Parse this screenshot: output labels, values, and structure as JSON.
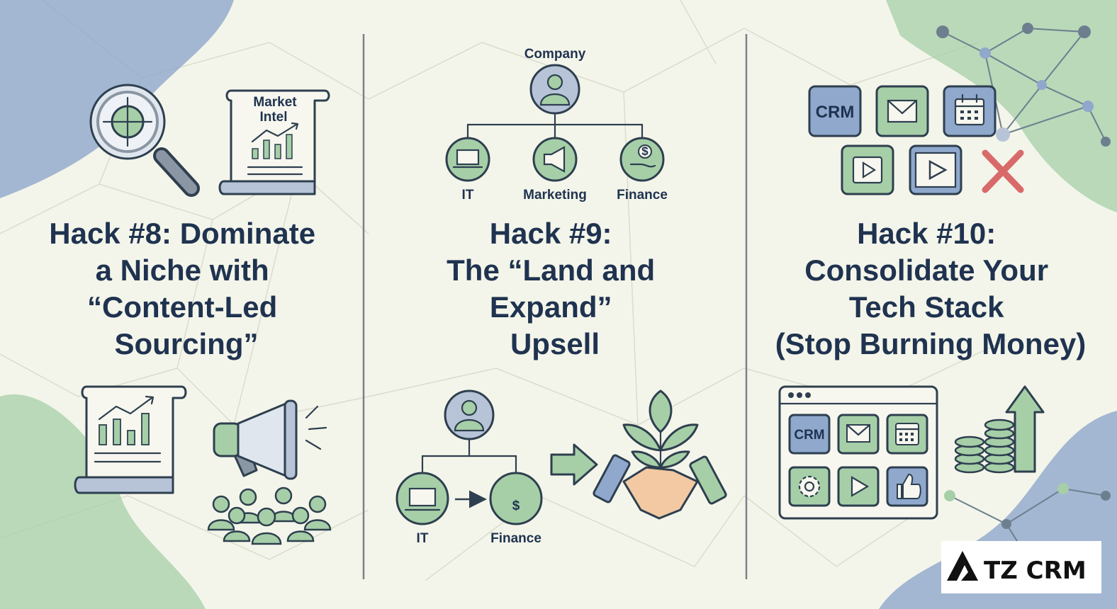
{
  "colors": {
    "background": "#f4f5ea",
    "blue_accent": "#8fa8cc",
    "green_accent": "#a6cfa8",
    "title_text": "#1f3350",
    "divider": "#7b8189",
    "error_x": "#d96a6a"
  },
  "panels": [
    {
      "title_lines": [
        "Hack #8: Dominate",
        "a Niche with",
        "“Content-Led",
        "Sourcing”"
      ],
      "doc_label": "Market Intel",
      "doc_label_lines": [
        "Market",
        "Intel"
      ],
      "icons": [
        "magnifier-target-icon",
        "market-intel-document-icon",
        "report-chart-document-icon",
        "megaphone-icon",
        "audience-group-icon"
      ]
    },
    {
      "title_lines": [
        "Hack #9:",
        "The “Land and",
        "Expand”",
        "Upsell"
      ],
      "org_chart": {
        "top": "Company",
        "children": [
          "IT",
          "Marketing",
          "Finance"
        ]
      },
      "flow": {
        "from": "IT",
        "to": "Finance",
        "to_symbol": "$"
      },
      "icons": [
        "company-person-icon",
        "laptop-icon",
        "megaphone-icon",
        "money-hand-icon",
        "person-icon",
        "dollar-icon",
        "arrow-right-icon",
        "handshake-plant-icon"
      ]
    },
    {
      "title_lines": [
        "Hack #10:",
        "Consolidate Your",
        "Tech Stack",
        "(Stop Burning Money)"
      ],
      "top_tiles": [
        "CRM",
        "mail-icon",
        "calendar-icon",
        "video-icon",
        "play-icon",
        "close-icon"
      ],
      "window_tiles": [
        "CRM",
        "mail-icon",
        "calendar-icon",
        "gear-icon",
        "play-icon",
        "thumbs-up-icon"
      ],
      "crm_label": "CRM",
      "icons": [
        "coin-stacks-icon",
        "up-arrow-icon"
      ]
    }
  ],
  "brand": {
    "name": "TZ CRM",
    "logo_icon": "triangle-a-logo-icon"
  }
}
